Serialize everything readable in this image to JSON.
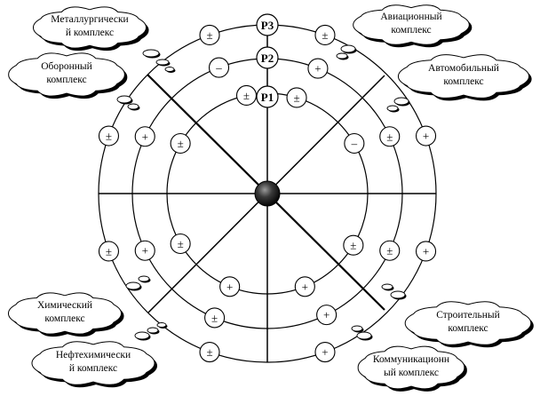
{
  "rings": [
    {
      "label": "P1"
    },
    {
      "label": "P2"
    },
    {
      "label": "P3"
    }
  ],
  "symbols": [
    {
      "ring": 1,
      "angle": 348,
      "value": "±"
    },
    {
      "ring": 1,
      "angle": 17,
      "value": "±"
    },
    {
      "ring": 1,
      "angle": 60,
      "value": "–"
    },
    {
      "ring": 1,
      "angle": 121,
      "value": "±"
    },
    {
      "ring": 1,
      "angle": 158,
      "value": "+"
    },
    {
      "ring": 1,
      "angle": 202,
      "value": "+"
    },
    {
      "ring": 1,
      "angle": 240,
      "value": "±"
    },
    {
      "ring": 1,
      "angle": 300,
      "value": "±"
    },
    {
      "ring": 2,
      "angle": 339,
      "value": "–"
    },
    {
      "ring": 2,
      "angle": 22,
      "value": "+"
    },
    {
      "ring": 2,
      "angle": 65,
      "value": "±"
    },
    {
      "ring": 2,
      "angle": 115,
      "value": "±"
    },
    {
      "ring": 2,
      "angle": 154,
      "value": "+"
    },
    {
      "ring": 2,
      "angle": 203,
      "value": "±"
    },
    {
      "ring": 2,
      "angle": 245,
      "value": "+"
    },
    {
      "ring": 2,
      "angle": 295,
      "value": "+"
    },
    {
      "ring": 3,
      "angle": 340,
      "value": "±"
    },
    {
      "ring": 3,
      "angle": 20,
      "value": "±"
    },
    {
      "ring": 3,
      "angle": 70,
      "value": "+"
    },
    {
      "ring": 3,
      "angle": 110,
      "value": "+"
    },
    {
      "ring": 3,
      "angle": 160,
      "value": "+"
    },
    {
      "ring": 3,
      "angle": 200,
      "value": "±"
    },
    {
      "ring": 3,
      "angle": 250,
      "value": "±"
    },
    {
      "ring": 3,
      "angle": 290,
      "value": "±"
    }
  ],
  "sectors": [
    {
      "id": "metallurgical",
      "lines": [
        "Металлургически",
        "й комплекс"
      ]
    },
    {
      "id": "aviation",
      "lines": [
        "Авиационный",
        "комплекс"
      ]
    },
    {
      "id": "defense",
      "lines": [
        "Оборонный",
        "комплекс"
      ]
    },
    {
      "id": "automotive",
      "lines": [
        "Автомобильный",
        "комплекс"
      ]
    },
    {
      "id": "chemical",
      "lines": [
        "Химический",
        "комплекс"
      ]
    },
    {
      "id": "construction",
      "lines": [
        "Строительный",
        "комплекс"
      ]
    },
    {
      "id": "petrochemical",
      "lines": [
        "Нефтехимически",
        "й комплекс"
      ]
    },
    {
      "id": "communications",
      "lines": [
        "Коммуникационн",
        "ый комплекс"
      ]
    }
  ]
}
